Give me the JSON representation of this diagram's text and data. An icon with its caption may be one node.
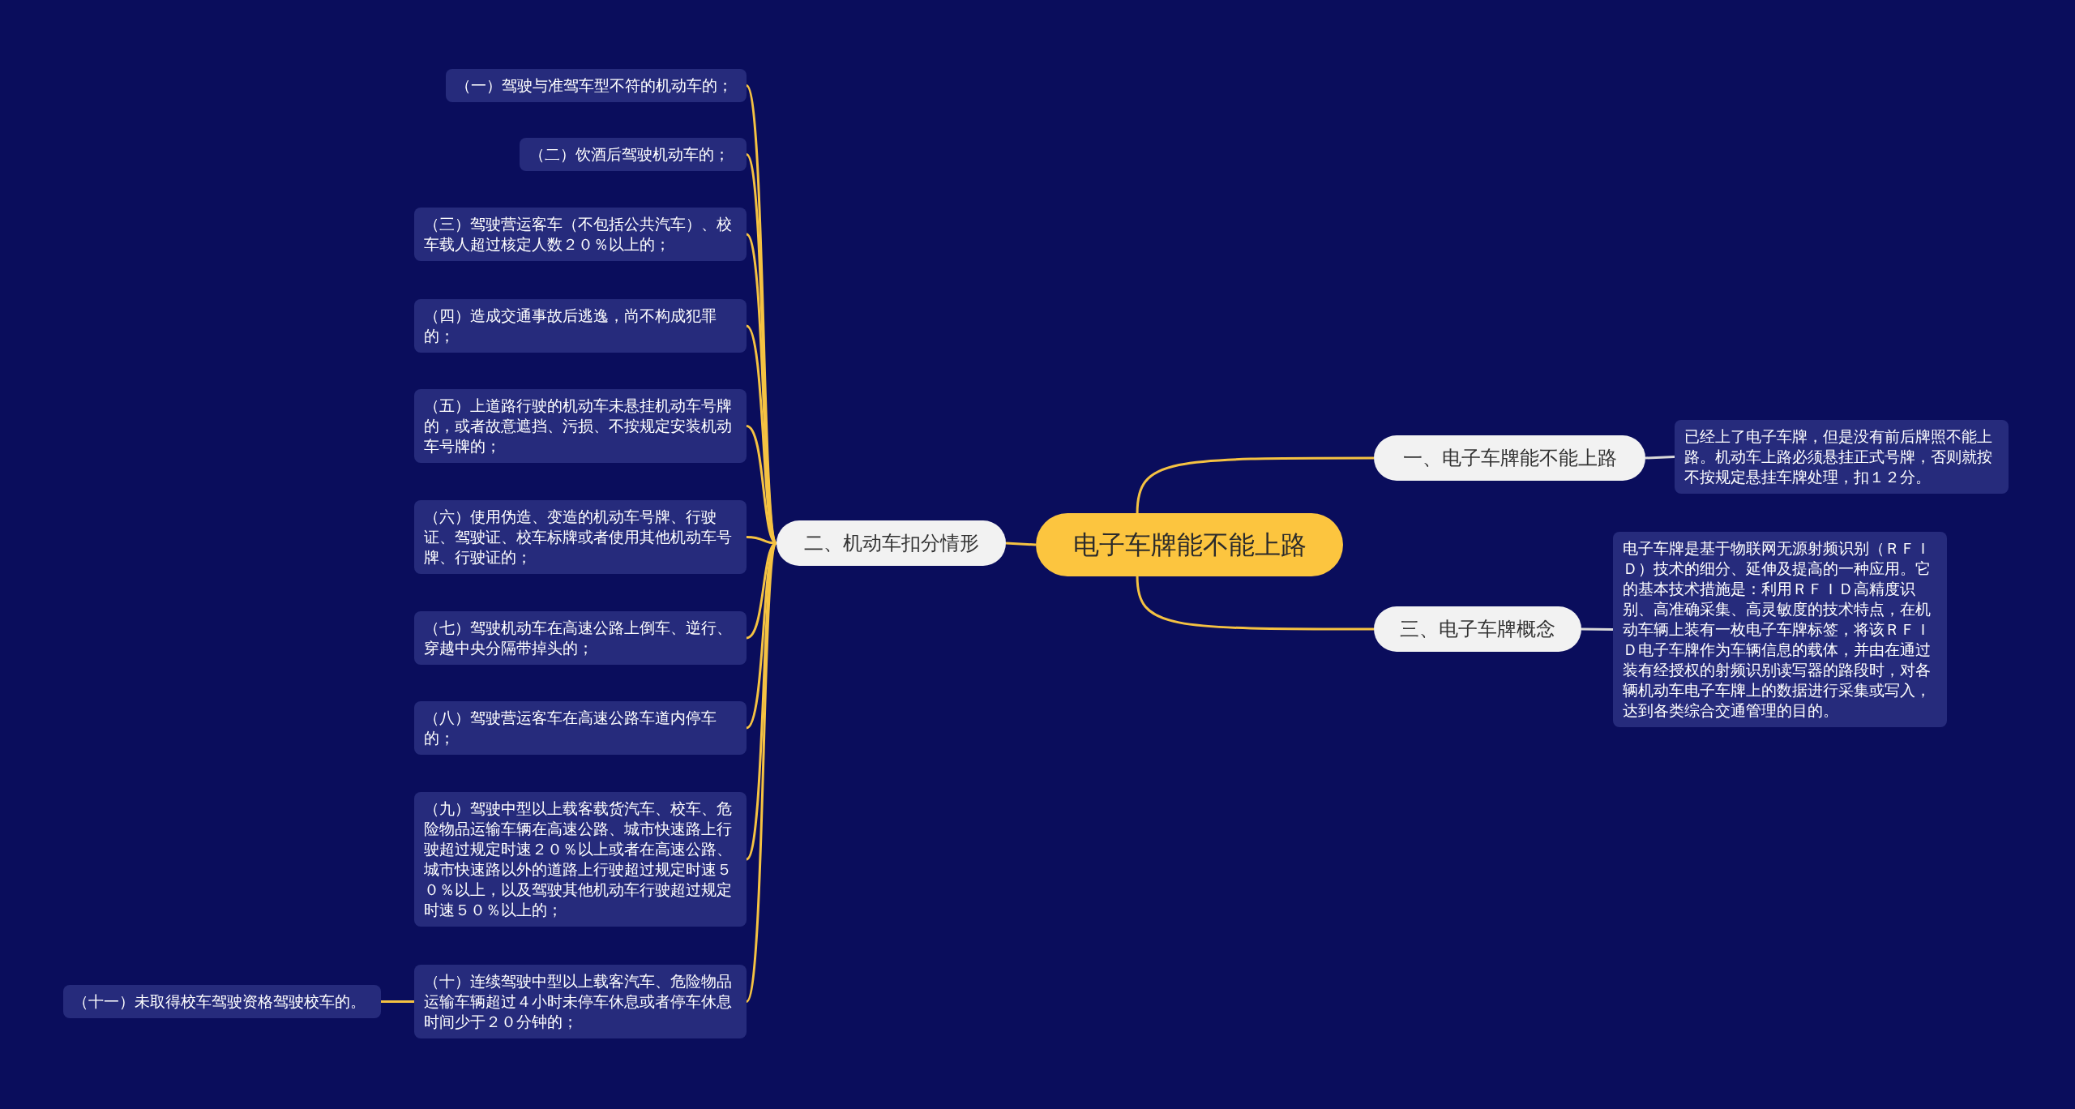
{
  "diagram": {
    "nodes": [
      {
        "text": [
          "电子车牌能不能上路"
        ]
      },
      {
        "text": [
          "二、机动车扣分情形"
        ]
      },
      {
        "text": [
          "（一）驾驶与准驾车型不符的机动车的；"
        ]
      },
      {
        "text": [
          "（二）饮酒后驾驶机动车的；"
        ]
      },
      {
        "text": [
          "（三）驾驶营运客车（不包括公共汽车）、校车载人超过核定人数２０％以上的；"
        ]
      },
      {
        "text": [
          "（四）造成交通事故后逃逸，尚不构成犯罪的；"
        ]
      },
      {
        "text": [
          "（五）上道路行驶的机动车未悬挂机动车号牌的，或者故意遮挡、污损、不按规定安装机动车号牌的；"
        ]
      },
      {
        "text": [
          "（六）使用伪造、变造的机动车号牌、行驶证、驾驶证、校车标牌或者使用其他机动车号牌、行驶证的；"
        ]
      },
      {
        "text": [
          "（七）驾驶机动车在高速公路上倒车、逆行、穿越中央分隔带掉头的；"
        ]
      },
      {
        "text": [
          "（八）驾驶营运客车在高速公路车道内停车的；"
        ]
      },
      {
        "text": [
          "（九）驾驶中型以上载客载货汽车、校车、危险物品运输车辆在高速公路、城市快速路上行驶超过规定时速２０％以上或者在高速公路、城市快速路以外的道路上行驶超过规定时速５０％以上，以及驾驶其他机动车行驶超过规定时速５０％以上的；"
        ]
      },
      {
        "text": [
          "（十）连续驾驶中型以上载客汽车、危险物品运输车辆超过４小时未停车休息或者停车休息时间少于２０分钟的；"
        ]
      },
      {
        "text": [
          "（十一）未取得校车驾驶资格驾驶校车的。"
        ]
      },
      {
        "text": [
          "一、电子车牌能不能上路"
        ]
      },
      {
        "text": [
          "已经上了电子车牌，但是没有前后牌照不能上路。机动车上路必须悬挂正式号牌，否则就按不按规定悬挂车牌处理，扣１２分。"
        ]
      },
      {
        "text": [
          "三、电子车牌概念"
        ]
      },
      {
        "text": [
          "电子车牌是基于物联网无源射频识别（ＲＦＩＤ）技术的细分、延伸及提高的一种应用。它的基本技术措施是：利用ＲＦＩＤ高精度识别、高准确采集、高灵敏度的技术特点，在机动车辆上装有一枚电子车牌标签，将该ＲＦＩＤ电子车牌作为车辆信息的载体，并由在通过装有经授权的射频识别读写器的路段时，对各辆机动车电子车牌上的数据进行采集或写入，达到各类综合交通管理的目的。"
        ]
      }
    ],
    "edges": [
      {
        "from": 0,
        "to": 1,
        "arrow": "none"
      },
      {
        "from": 1,
        "to": 2,
        "arrow": "none"
      },
      {
        "from": 1,
        "to": 3,
        "arrow": "none"
      },
      {
        "from": 1,
        "to": 4,
        "arrow": "none"
      },
      {
        "from": 1,
        "to": 5,
        "arrow": "none"
      },
      {
        "from": 1,
        "to": 6,
        "arrow": "none"
      },
      {
        "from": 1,
        "to": 7,
        "arrow": "none"
      },
      {
        "from": 1,
        "to": 8,
        "arrow": "none"
      },
      {
        "from": 1,
        "to": 9,
        "arrow": "none"
      },
      {
        "from": 1,
        "to": 10,
        "arrow": "none"
      },
      {
        "from": 1,
        "to": 11,
        "arrow": "none"
      },
      {
        "from": 11,
        "to": 12,
        "arrow": "none"
      },
      {
        "from": 0,
        "to": 13,
        "arrow": "none"
      },
      {
        "from": 13,
        "to": 14,
        "arrow": "none",
        "color": "#d9d9d9"
      },
      {
        "from": 0,
        "to": 15,
        "arrow": "none"
      },
      {
        "from": 15,
        "to": 16,
        "arrow": "none",
        "color": "#d9d9d9"
      }
    ]
  }
}
